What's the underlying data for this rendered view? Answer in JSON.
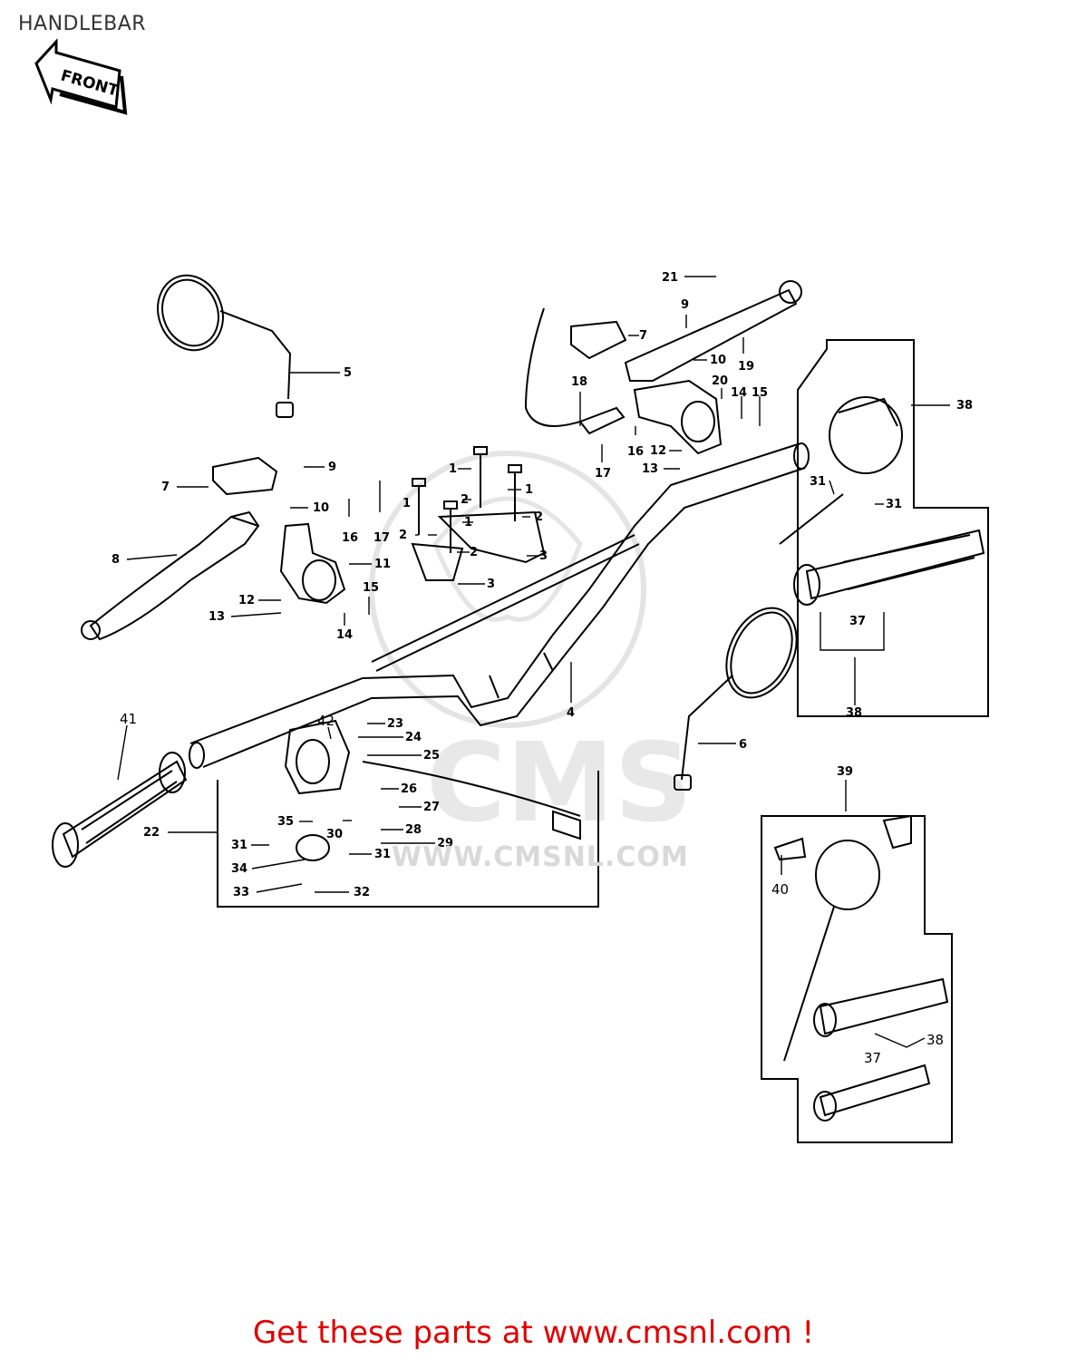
{
  "page": {
    "title": "HANDLEBAR",
    "footer_link": "Get these parts at www.cmsnl.com !"
  },
  "front_arrow": {
    "label": "FRONT"
  },
  "watermark": {
    "logo_text": "CMS",
    "url_text": "WWW.CMSNL.COM"
  },
  "colors": {
    "link": "#e00000",
    "line": "#000000",
    "watermark": "#d9d9d9"
  },
  "callouts": [
    {
      "id": "21",
      "label": "21"
    },
    {
      "id": "9a",
      "label": "9"
    },
    {
      "id": "7a",
      "label": "7"
    },
    {
      "id": "10a",
      "label": "10"
    },
    {
      "id": "19",
      "label": "19"
    },
    {
      "id": "18",
      "label": "18"
    },
    {
      "id": "20",
      "label": "20"
    },
    {
      "id": "14a",
      "label": "14"
    },
    {
      "id": "15a",
      "label": "15"
    },
    {
      "id": "16a",
      "label": "16"
    },
    {
      "id": "12a",
      "label": "12"
    },
    {
      "id": "17a",
      "label": "17"
    },
    {
      "id": "13a",
      "label": "13"
    },
    {
      "id": "38a",
      "label": "38"
    },
    {
      "id": "5",
      "label": "5"
    },
    {
      "id": "9b",
      "label": "9"
    },
    {
      "id": "7b",
      "label": "7"
    },
    {
      "id": "10b",
      "label": "10"
    },
    {
      "id": "16b",
      "label": "16"
    },
    {
      "id": "17b",
      "label": "17"
    },
    {
      "id": "1a",
      "label": "1"
    },
    {
      "id": "1b",
      "label": "1"
    },
    {
      "id": "1c",
      "label": "1"
    },
    {
      "id": "1d",
      "label": "1"
    },
    {
      "id": "2a",
      "label": "2"
    },
    {
      "id": "2b",
      "label": "2"
    },
    {
      "id": "2c",
      "label": "2"
    },
    {
      "id": "2d",
      "label": "2"
    },
    {
      "id": "3a",
      "label": "3"
    },
    {
      "id": "3b",
      "label": "3"
    },
    {
      "id": "8",
      "label": "8"
    },
    {
      "id": "11",
      "label": "11"
    },
    {
      "id": "12b",
      "label": "12"
    },
    {
      "id": "13b",
      "label": "13"
    },
    {
      "id": "15b",
      "label": "15"
    },
    {
      "id": "14b",
      "label": "14"
    },
    {
      "id": "31a",
      "label": "31"
    },
    {
      "id": "31b",
      "label": "31"
    },
    {
      "id": "37a",
      "label": "37"
    },
    {
      "id": "38b",
      "label": "38"
    },
    {
      "id": "4",
      "label": "4"
    },
    {
      "id": "6",
      "label": "6"
    },
    {
      "id": "41",
      "label": "41"
    },
    {
      "id": "42",
      "label": "42"
    },
    {
      "id": "23",
      "label": "23"
    },
    {
      "id": "24",
      "label": "24"
    },
    {
      "id": "25",
      "label": "25"
    },
    {
      "id": "26",
      "label": "26"
    },
    {
      "id": "27",
      "label": "27"
    },
    {
      "id": "28",
      "label": "28"
    },
    {
      "id": "29",
      "label": "29"
    },
    {
      "id": "30",
      "label": "30"
    },
    {
      "id": "35",
      "label": "35"
    },
    {
      "id": "22",
      "label": "22"
    },
    {
      "id": "31c",
      "label": "31"
    },
    {
      "id": "31d",
      "label": "31"
    },
    {
      "id": "34",
      "label": "34"
    },
    {
      "id": "33",
      "label": "33"
    },
    {
      "id": "32",
      "label": "32"
    },
    {
      "id": "39",
      "label": "39"
    },
    {
      "id": "40",
      "label": "40"
    },
    {
      "id": "37b",
      "label": "37"
    },
    {
      "id": "38c",
      "label": "38"
    }
  ]
}
